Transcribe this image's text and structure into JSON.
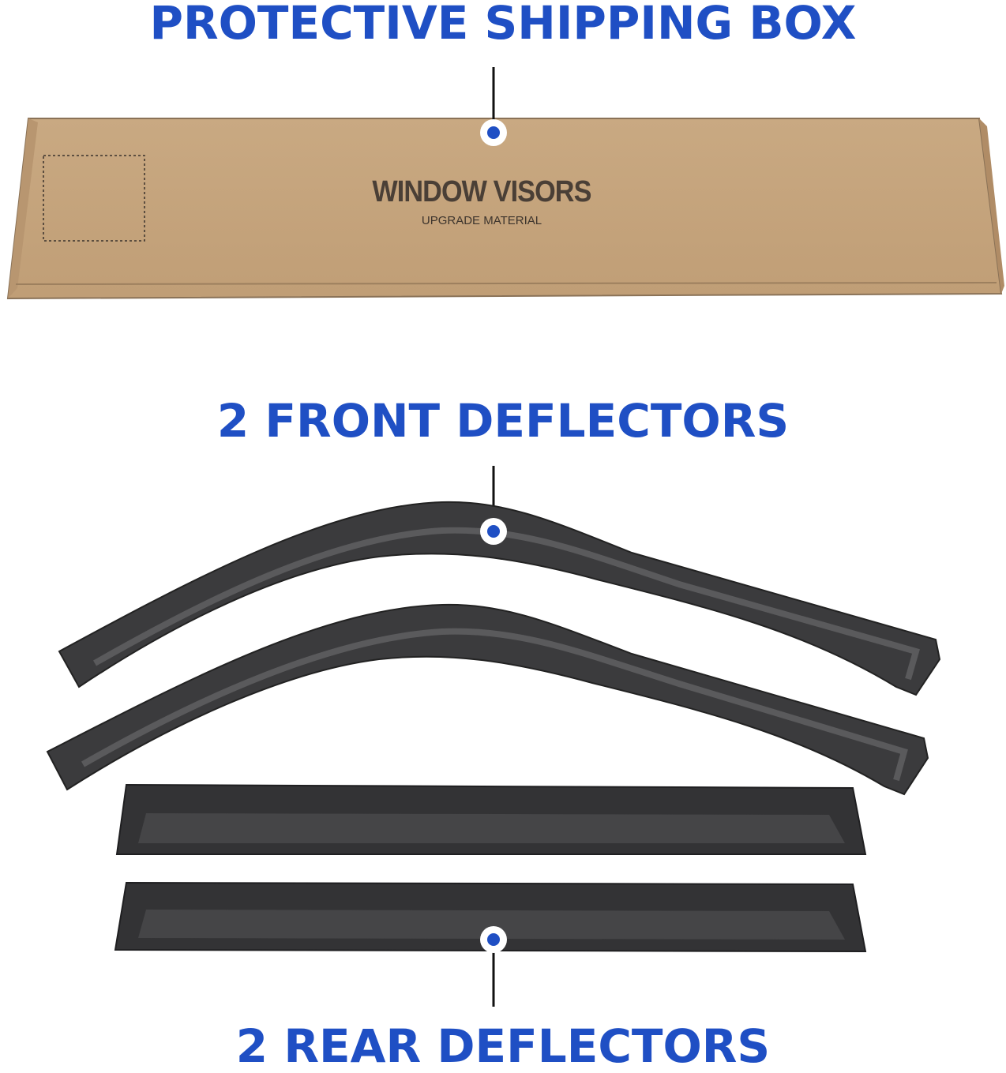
{
  "labels": {
    "box": "PROTECTIVE SHIPPING BOX",
    "front": "2 FRONT DEFLECTORS",
    "rear": "2 REAR DEFLECTORS"
  },
  "box_print": {
    "title": "WINDOW VISORS",
    "subtitle": "UPGRADE MATERIAL"
  },
  "colors": {
    "accent": "#1f4fc4",
    "box": "#c7a57f",
    "deflector": "#3b3b3d"
  }
}
